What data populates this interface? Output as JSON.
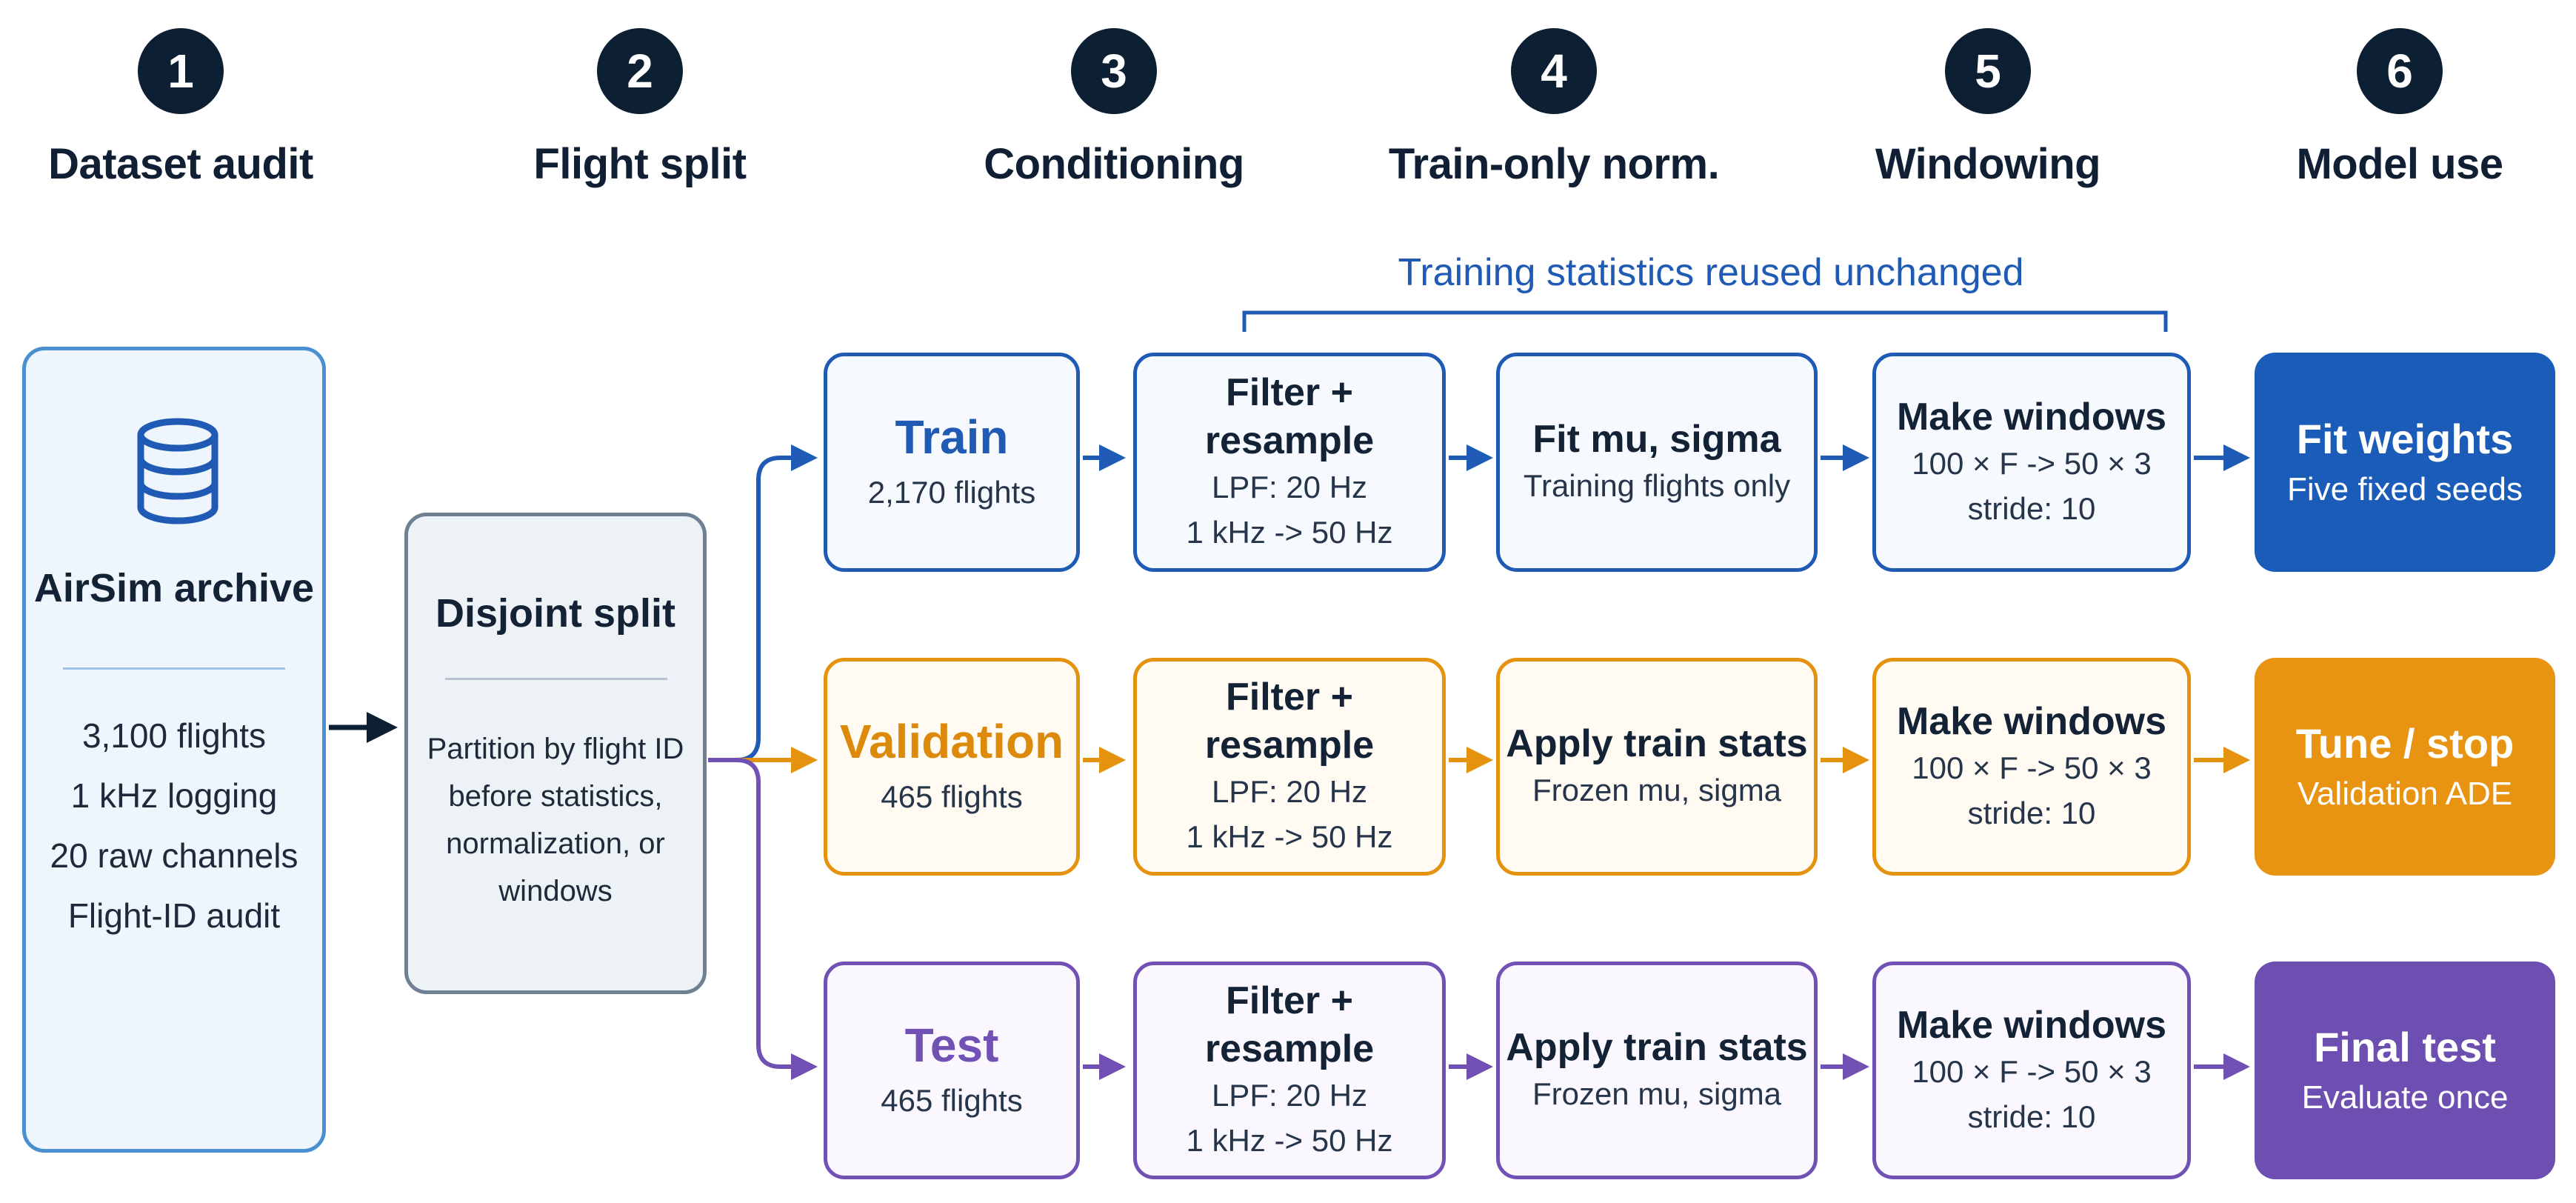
{
  "steps": [
    {
      "num": "1",
      "title": "Dataset audit"
    },
    {
      "num": "2",
      "title": "Flight split"
    },
    {
      "num": "3",
      "title": "Conditioning"
    },
    {
      "num": "4",
      "title": "Train-only norm."
    },
    {
      "num": "5",
      "title": "Windowing"
    },
    {
      "num": "6",
      "title": "Model use"
    }
  ],
  "reuse_label": "Training statistics reused unchanged",
  "archive": {
    "title": "AirSim archive",
    "lines": [
      "3,100 flights",
      "1 kHz logging",
      "20 raw channels",
      "Flight-ID audit"
    ]
  },
  "split": {
    "title": "Disjoint split",
    "lines": [
      "Partition by flight ID",
      "before statistics,",
      "normalization, or",
      "windows"
    ]
  },
  "rows": {
    "train": {
      "name": "Train",
      "count": "2,170 flights",
      "filter_title": "Filter + resample",
      "filter_lines": [
        "LPF: 20 Hz",
        "1 kHz -> 50 Hz"
      ],
      "norm_title": "Fit mu, sigma",
      "norm_sub": "Training flights only",
      "win_title": "Make windows",
      "win_lines": [
        "100 × F -> 50 × 3",
        "stride: 10"
      ],
      "final_title": "Fit weights",
      "final_sub": "Five fixed seeds"
    },
    "validation": {
      "name": "Validation",
      "count": "465 flights",
      "filter_title": "Filter + resample",
      "filter_lines": [
        "LPF: 20 Hz",
        "1 kHz -> 50 Hz"
      ],
      "norm_title": "Apply train stats",
      "norm_sub": "Frozen mu, sigma",
      "win_title": "Make windows",
      "win_lines": [
        "100 × F -> 50 × 3",
        "stride: 10"
      ],
      "final_title": "Tune / stop",
      "final_sub": "Validation ADE"
    },
    "test": {
      "name": "Test",
      "count": "465 flights",
      "filter_title": "Filter + resample",
      "filter_lines": [
        "LPF: 20 Hz",
        "1 kHz -> 50 Hz"
      ],
      "norm_title": "Apply train stats",
      "norm_sub": "Frozen mu, sigma",
      "win_title": "Make windows",
      "win_lines": [
        "100 × F -> 50 × 3",
        "stride: 10"
      ],
      "final_title": "Final test",
      "final_sub": "Evaluate once"
    }
  },
  "colors": {
    "train": "#1f5bb5",
    "validation": "#e5920f",
    "test": "#7251b5",
    "step_circle": "#0d1f33",
    "archive_border": "#4a8fcf",
    "split_border": "#6f8093"
  }
}
